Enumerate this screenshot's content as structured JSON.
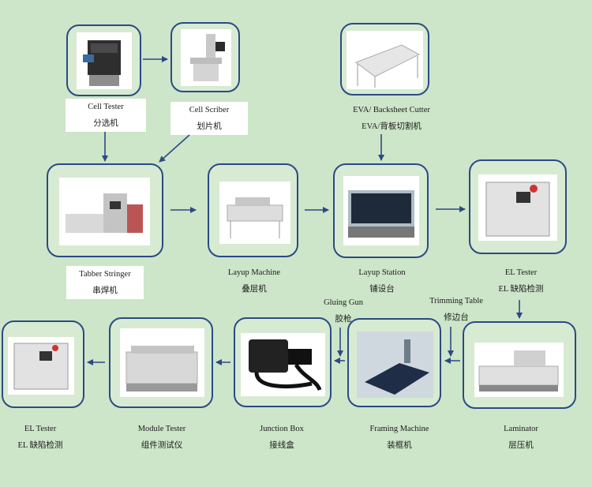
{
  "diagram": {
    "nodes": [
      {
        "id": "cell-tester",
        "name_en": "Cell Tester",
        "name_zh": "分选机"
      },
      {
        "id": "cell-scriber",
        "name_en": "Cell Scriber",
        "name_zh": "划片机"
      },
      {
        "id": "eva-cutter",
        "name_en": "EVA/ Backsheet Cutter",
        "name_zh": "EVA/背板切割机"
      },
      {
        "id": "tabber-stringer",
        "name_en": "Tabber Stringer",
        "name_zh": "串焊机"
      },
      {
        "id": "layup-machine",
        "name_en": "Layup Machine",
        "name_zh": "叠层机"
      },
      {
        "id": "layup-station",
        "name_en": "Layup Station",
        "name_zh": "铺设台"
      },
      {
        "id": "el-tester-1",
        "name_en": "EL Tester",
        "name_zh": "EL 缺陷检测"
      },
      {
        "id": "laminator",
        "name_en": "Laminator",
        "name_zh": "层压机"
      },
      {
        "id": "framing-machine",
        "name_en": "Framing Machine",
        "name_zh": "装框机"
      },
      {
        "id": "junction-box",
        "name_en": "Junction Box",
        "name_zh": "接线盒"
      },
      {
        "id": "module-tester",
        "name_en": "Module Tester",
        "name_zh": "组件测试仪"
      },
      {
        "id": "el-tester-2",
        "name_en": "EL Tester",
        "name_zh": "EL 缺陷检测"
      }
    ],
    "side_inputs": [
      {
        "id": "gluing-gun",
        "name_en": "Gluing Gun",
        "name_zh": "胶枪"
      },
      {
        "id": "trimming-table",
        "name_en": "Trimming Table",
        "name_zh": "修边台"
      }
    ],
    "colors": {
      "background": "#cde5c9",
      "border": "#2b4a84",
      "arrow": "#2b4a84"
    }
  }
}
